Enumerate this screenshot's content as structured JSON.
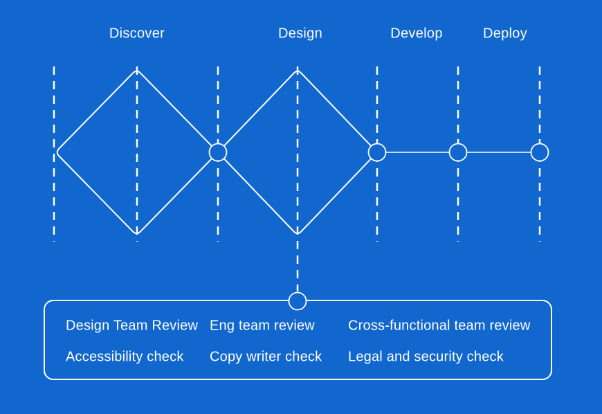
{
  "colors": {
    "background": "#1167cd",
    "foreground": "#ffffff"
  },
  "phases": [
    {
      "label": "Discover"
    },
    {
      "label": "Design"
    },
    {
      "label": "Develop"
    },
    {
      "label": "Deploy"
    }
  ],
  "review_panel": {
    "rows": [
      [
        "Design Team Review",
        "Eng team review",
        "Cross-functional team review"
      ],
      [
        "Accessibility check",
        "Copy writer check",
        "Legal and security check"
      ]
    ]
  }
}
